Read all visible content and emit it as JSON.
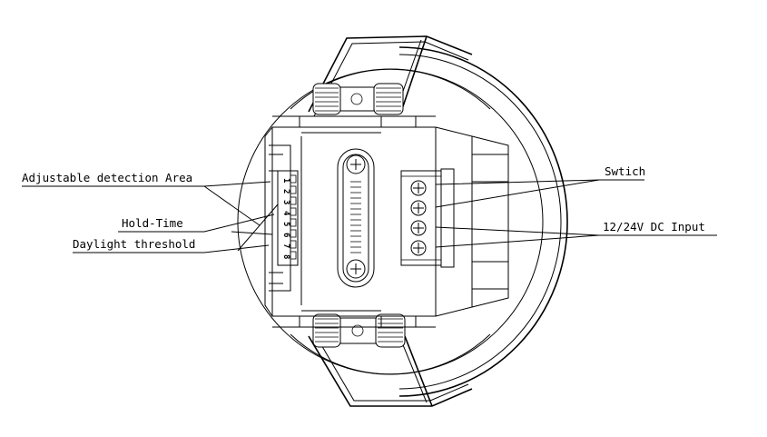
{
  "labels": {
    "detection_area": "Adjustable detection Area",
    "hold_time": "Hold-Time",
    "daylight": "Daylight threshold",
    "switch": "Swtich",
    "dc_input": "12/24V DC Input"
  },
  "dip_switch_numbers": [
    "1",
    "2",
    "3",
    "4",
    "5",
    "6",
    "7",
    "8"
  ]
}
